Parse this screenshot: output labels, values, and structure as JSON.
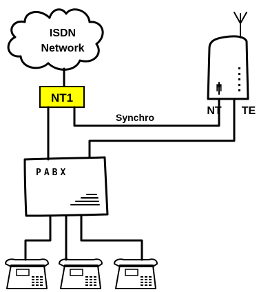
{
  "cloud": {
    "line1": "ISDN",
    "line2": "Network"
  },
  "nt1": {
    "label": "NT1",
    "fill": "#ffff00"
  },
  "link_synchro": {
    "label": "Synchro"
  },
  "terminal": {
    "mark": "M",
    "nt_label": "NT",
    "te_label": "TE"
  },
  "pabx": {
    "label": "PABX"
  },
  "phones": {
    "count": 3
  }
}
